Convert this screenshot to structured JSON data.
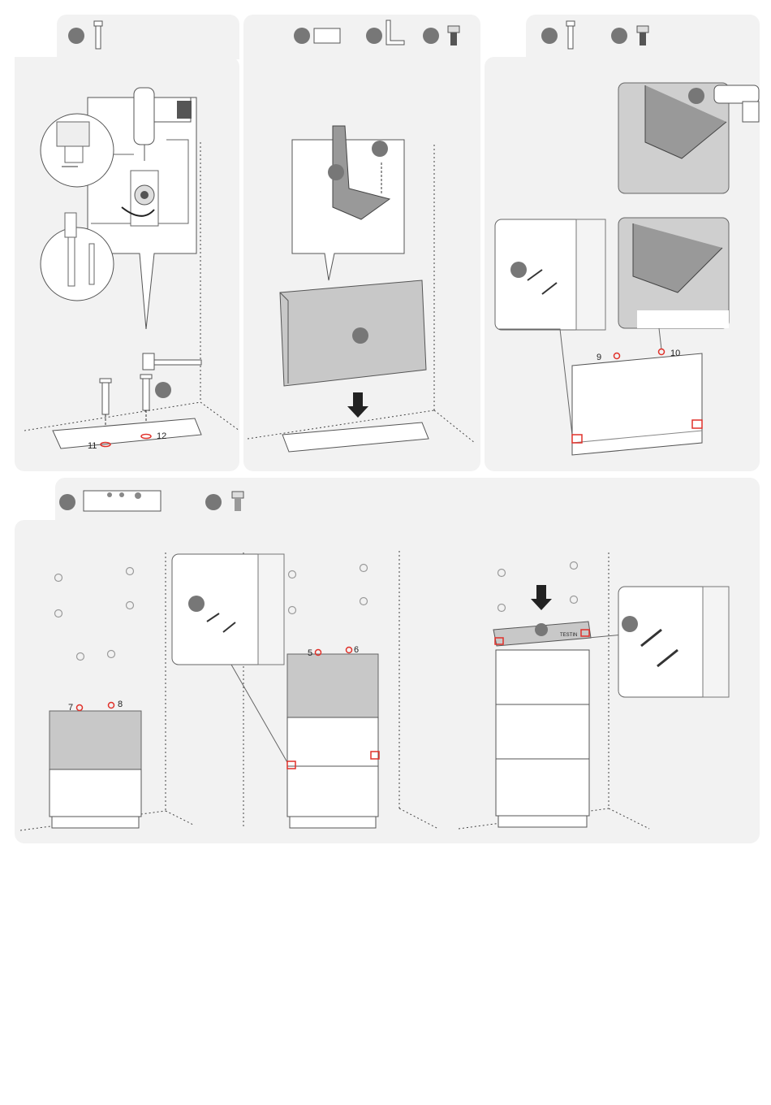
{
  "labels": {
    "p1_a": "11",
    "p1_b": "12",
    "p3_a": "9",
    "p3_b": "10",
    "p4_a": "7",
    "p4_b": "8",
    "p5_a": "5",
    "p5_b": "6"
  },
  "device_label": "TESTIN",
  "colors": {
    "panel_bg": "#f2f2f2",
    "step_badge": "#777777",
    "highlight": "#e0312a",
    "battery_grey": "#c8c8c8"
  },
  "icons": [
    "expansion-anchor-icon",
    "mounting-bracket-icon",
    "screw-icon",
    "drill-icon",
    "hammer-icon",
    "arrow-down-icon",
    "battery-module-icon"
  ]
}
